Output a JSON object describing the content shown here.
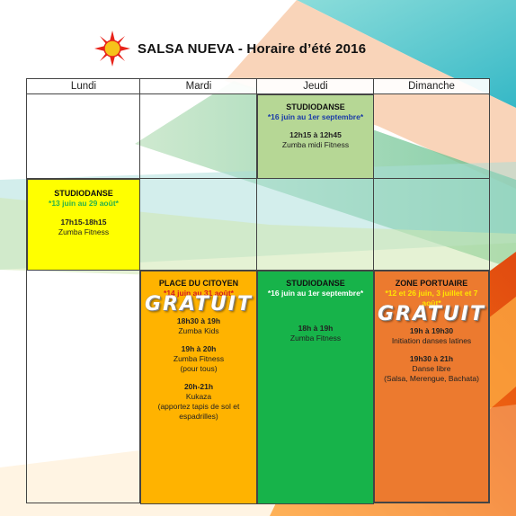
{
  "header": {
    "title": "SALSA NUEVA - Horaire d’été 2016",
    "logo": "sun-logo-icon"
  },
  "colors": {
    "yellow": "#ffff00",
    "orange_gold": "#ffb300",
    "green": "#17b34a",
    "orange": "#ec7a2f",
    "light_green": "#b6d795"
  },
  "columns": [
    "Lundi",
    "Mardi",
    "Jeudi",
    "Dimanche"
  ],
  "cells": {
    "jeudi_top": {
      "venue": "STUDIODANSE",
      "dates": "*16 juin au 1er septembre*",
      "time": "12h15 à 12h45",
      "class": "Zumba midi Fitness"
    },
    "lundi_mid": {
      "venue": "STUDIODANSE",
      "dates": "*13 juin au 29 août*",
      "time": "17h15-18h15",
      "class": "Zumba Fitness"
    },
    "mardi_bottom": {
      "venue": "PLACE DU CITOYEN",
      "dates": "*14 juin au 31 août*",
      "badge": "GRATUIT",
      "sessions": [
        {
          "time": "18h30 à 19h",
          "lines": [
            "Zumba Kids"
          ]
        },
        {
          "time": "19h à 20h",
          "lines": [
            "Zumba Fitness",
            "(pour tous)"
          ]
        },
        {
          "time": "20h-21h",
          "lines": [
            "Kukaza",
            "(apportez tapis de sol et",
            "espadrilles)"
          ]
        }
      ]
    },
    "jeudi_bottom": {
      "venue": "STUDIODANSE",
      "dates": "*16 juin au 1er septembre*",
      "time": "18h à 19h",
      "class": "Zumba Fitness"
    },
    "dimanche_bottom": {
      "venue": "ZONE PORTUAIRE",
      "dates_line1": "*12 et 26 juin, 3 juillet et 7",
      "dates_line2": "août*",
      "badge": "GRATUIT",
      "sessions": [
        {
          "time": "19h à 19h30",
          "lines": [
            "Initiation danses latines"
          ]
        },
        {
          "time": "19h30 à 21h",
          "lines": [
            "Danse libre",
            "(Salsa, Merengue, Bachata)"
          ]
        }
      ]
    }
  }
}
